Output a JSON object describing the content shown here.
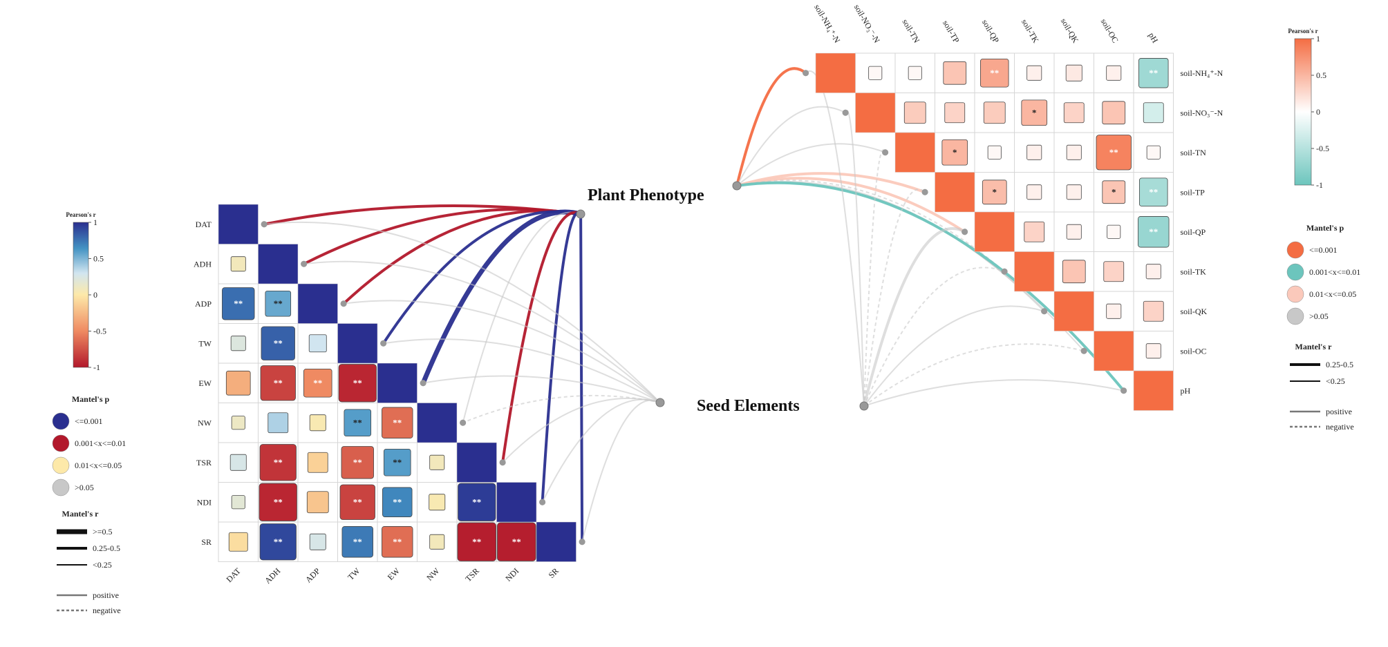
{
  "titles": {
    "plant_phenotype": "Plant Phenotype",
    "seed_elements": "Seed Elements"
  },
  "chart_data": [
    {
      "type": "heatmap",
      "name": "phenotype-correlation",
      "variables": [
        "DAT",
        "ADH",
        "ADP",
        "TW",
        "EW",
        "NW",
        "TSR",
        "NDI",
        "SR"
      ],
      "cells": [
        {
          "row": "ADH",
          "col": "DAT",
          "r": -0.1,
          "sig": ""
        },
        {
          "row": "ADP",
          "col": "DAT",
          "r": 0.75,
          "sig": "**"
        },
        {
          "row": "ADP",
          "col": "ADH",
          "r": 0.5,
          "sig": "**"
        },
        {
          "row": "TW",
          "col": "DAT",
          "r": 0.1,
          "sig": ""
        },
        {
          "row": "TW",
          "col": "ADH",
          "r": 0.8,
          "sig": "**"
        },
        {
          "row": "TW",
          "col": "ADP",
          "r": 0.2,
          "sig": ""
        },
        {
          "row": "EW",
          "col": "DAT",
          "r": -0.45,
          "sig": ""
        },
        {
          "row": "EW",
          "col": "ADH",
          "r": -0.85,
          "sig": "**"
        },
        {
          "row": "EW",
          "col": "ADP",
          "r": -0.6,
          "sig": "**"
        },
        {
          "row": "EW",
          "col": "TW",
          "r": -0.95,
          "sig": "**"
        },
        {
          "row": "NW",
          "col": "DAT",
          "r": -0.05,
          "sig": ""
        },
        {
          "row": "NW",
          "col": "ADH",
          "r": 0.3,
          "sig": ""
        },
        {
          "row": "NW",
          "col": "ADP",
          "r": -0.15,
          "sig": ""
        },
        {
          "row": "NW",
          "col": "TW",
          "r": 0.55,
          "sig": "**"
        },
        {
          "row": "NW",
          "col": "EW",
          "r": -0.7,
          "sig": "**"
        },
        {
          "row": "TSR",
          "col": "DAT",
          "r": 0.15,
          "sig": ""
        },
        {
          "row": "TSR",
          "col": "ADH",
          "r": -0.9,
          "sig": "**"
        },
        {
          "row": "TSR",
          "col": "ADP",
          "r": -0.3,
          "sig": ""
        },
        {
          "row": "TSR",
          "col": "TW",
          "r": -0.75,
          "sig": "**"
        },
        {
          "row": "TSR",
          "col": "EW",
          "r": 0.55,
          "sig": "**"
        },
        {
          "row": "TSR",
          "col": "NW",
          "r": -0.1,
          "sig": ""
        },
        {
          "row": "NDI",
          "col": "DAT",
          "r": 0.05,
          "sig": ""
        },
        {
          "row": "NDI",
          "col": "ADH",
          "r": -0.95,
          "sig": "**"
        },
        {
          "row": "NDI",
          "col": "ADP",
          "r": -0.35,
          "sig": ""
        },
        {
          "row": "NDI",
          "col": "TW",
          "r": -0.85,
          "sig": "**"
        },
        {
          "row": "NDI",
          "col": "EW",
          "r": 0.65,
          "sig": "**"
        },
        {
          "row": "NDI",
          "col": "NW",
          "r": -0.15,
          "sig": ""
        },
        {
          "row": "NDI",
          "col": "TSR",
          "r": 0.95,
          "sig": "**"
        },
        {
          "row": "SR",
          "col": "DAT",
          "r": -0.25,
          "sig": ""
        },
        {
          "row": "SR",
          "col": "ADH",
          "r": 0.9,
          "sig": "**"
        },
        {
          "row": "SR",
          "col": "ADP",
          "r": 0.15,
          "sig": ""
        },
        {
          "row": "SR",
          "col": "TW",
          "r": 0.7,
          "sig": "**"
        },
        {
          "row": "SR",
          "col": "EW",
          "r": -0.7,
          "sig": "**"
        },
        {
          "row": "SR",
          "col": "NW",
          "r": -0.1,
          "sig": ""
        },
        {
          "row": "SR",
          "col": "TSR",
          "r": -0.98,
          "sig": "**"
        },
        {
          "row": "SR",
          "col": "NDI",
          "r": -0.98,
          "sig": "**"
        }
      ],
      "diagonal_r": 1,
      "colorbar": {
        "title": "Pearson's r",
        "range": [
          -1,
          1
        ],
        "ticks": [
          "1",
          "0.5",
          "0",
          "-0.5",
          "-1"
        ],
        "colors": [
          "#b2182b",
          "#ef8a62",
          "#fde9a9",
          "#d1e5f0",
          "#4393c3",
          "#2a2f8f"
        ]
      },
      "mantel_links": [
        {
          "from": "Plant Phenotype",
          "to": "DAT",
          "p": "0.001<x<=0.01",
          "r": "0.25-0.5",
          "sign": "positive"
        },
        {
          "from": "Plant Phenotype",
          "to": "ADH",
          "p": "0.001<x<=0.01",
          "r": "0.25-0.5",
          "sign": "positive"
        },
        {
          "from": "Plant Phenotype",
          "to": "ADP",
          "p": "0.001<x<=0.01",
          "r": "0.25-0.5",
          "sign": "positive"
        },
        {
          "from": "Plant Phenotype",
          "to": "TW",
          "p": "<=0.001",
          "r": "0.25-0.5",
          "sign": "positive"
        },
        {
          "from": "Plant Phenotype",
          "to": "EW",
          "p": "<=0.001",
          "r": ">=0.5",
          "sign": "positive"
        },
        {
          "from": "Plant Phenotype",
          "to": "NW",
          "p": ">0.05",
          "r": "<0.25",
          "sign": "positive"
        },
        {
          "from": "Plant Phenotype",
          "to": "TSR",
          "p": "0.001<x<=0.01",
          "r": "0.25-0.5",
          "sign": "positive"
        },
        {
          "from": "Plant Phenotype",
          "to": "NDI",
          "p": "<=0.001",
          "r": "0.25-0.5",
          "sign": "positive"
        },
        {
          "from": "Plant Phenotype",
          "to": "SR",
          "p": "<=0.001",
          "r": "0.25-0.5",
          "sign": "positive"
        },
        {
          "from": "Seed Elements",
          "to": "DAT",
          "p": ">0.05",
          "r": "<0.25",
          "sign": "positive"
        },
        {
          "from": "Seed Elements",
          "to": "ADH",
          "p": ">0.05",
          "r": "<0.25",
          "sign": "positive"
        },
        {
          "from": "Seed Elements",
          "to": "ADP",
          "p": ">0.05",
          "r": "<0.25",
          "sign": "positive"
        },
        {
          "from": "Seed Elements",
          "to": "TW",
          "p": ">0.05",
          "r": "<0.25",
          "sign": "positive"
        },
        {
          "from": "Seed Elements",
          "to": "EW",
          "p": ">0.05",
          "r": "<0.25",
          "sign": "positive"
        },
        {
          "from": "Seed Elements",
          "to": "NW",
          "p": ">0.05",
          "r": "<0.25",
          "sign": "negative"
        },
        {
          "from": "Seed Elements",
          "to": "TSR",
          "p": ">0.05",
          "r": "<0.25",
          "sign": "positive"
        },
        {
          "from": "Seed Elements",
          "to": "NDI",
          "p": ">0.05",
          "r": "<0.25",
          "sign": "positive"
        },
        {
          "from": "Seed Elements",
          "to": "SR",
          "p": ">0.05",
          "r": "<0.25",
          "sign": "positive"
        }
      ],
      "legend": {
        "p_title": "Mantel's p",
        "p_items": [
          {
            "label": "<=0.001",
            "color": "#2a2f8f"
          },
          {
            "label": "0.001<x<=0.01",
            "color": "#b2182b"
          },
          {
            "label": "0.01<x<=0.05",
            "color": "#fde9a9"
          },
          {
            "label": ">0.05",
            "color": "#c8c8c8"
          }
        ],
        "r_title": "Mantel's r",
        "r_items": [
          ">=0.5",
          "0.25-0.5",
          "<0.25"
        ],
        "sign_items": [
          "positive",
          "negative"
        ]
      }
    },
    {
      "type": "heatmap",
      "name": "soil-correlation",
      "variables": [
        "soil-NH4+-N",
        "soil-NO3--N",
        "soil-TN",
        "soil-TP",
        "soil-QP",
        "soil-TK",
        "soil-QK",
        "soil-OC",
        "pH"
      ],
      "top_labels": [
        "soil-NH₄⁺-N",
        "soil-NO₃⁻-N",
        "soil-TN",
        "soil-TP",
        "soil-QP",
        "soil-TK",
        "soil-QK",
        "soil-OC",
        "pH"
      ],
      "right_labels": [
        "soil-NH₄⁺-N",
        "soil-NO₃⁻-N",
        "soil-TN",
        "soil-TP",
        "soil-QP",
        "soil-TK",
        "soil-QK",
        "soil-OC",
        "pH"
      ],
      "cells": [
        {
          "row": "soil-NH4+-N",
          "col": "soil-NO3--N",
          "r": 0.05,
          "sig": ""
        },
        {
          "row": "soil-NH4+-N",
          "col": "soil-TN",
          "r": 0.05,
          "sig": ""
        },
        {
          "row": "soil-NH4+-N",
          "col": "soil-TP",
          "r": 0.4,
          "sig": ""
        },
        {
          "row": "soil-NH4+-N",
          "col": "soil-QP",
          "r": 0.6,
          "sig": "**"
        },
        {
          "row": "soil-NH4+-N",
          "col": "soil-TK",
          "r": 0.1,
          "sig": ""
        },
        {
          "row": "soil-NH4+-N",
          "col": "soil-QK",
          "r": 0.15,
          "sig": ""
        },
        {
          "row": "soil-NH4+-N",
          "col": "soil-OC",
          "r": 0.1,
          "sig": ""
        },
        {
          "row": "soil-NH4+-N",
          "col": "pH",
          "r": -0.65,
          "sig": "**"
        },
        {
          "row": "soil-NO3--N",
          "col": "soil-TN",
          "r": 0.35,
          "sig": ""
        },
        {
          "row": "soil-NO3--N",
          "col": "soil-TP",
          "r": 0.3,
          "sig": ""
        },
        {
          "row": "soil-NO3--N",
          "col": "soil-QP",
          "r": 0.35,
          "sig": ""
        },
        {
          "row": "soil-NO3--N",
          "col": "soil-TK",
          "r": 0.5,
          "sig": "*"
        },
        {
          "row": "soil-NO3--N",
          "col": "soil-QK",
          "r": 0.3,
          "sig": ""
        },
        {
          "row": "soil-NO3--N",
          "col": "soil-OC",
          "r": 0.4,
          "sig": ""
        },
        {
          "row": "soil-NO3--N",
          "col": "pH",
          "r": -0.3,
          "sig": ""
        },
        {
          "row": "soil-TN",
          "col": "soil-TP",
          "r": 0.5,
          "sig": "*"
        },
        {
          "row": "soil-TN",
          "col": "soil-QP",
          "r": 0.05,
          "sig": ""
        },
        {
          "row": "soil-TN",
          "col": "soil-TK",
          "r": 0.1,
          "sig": ""
        },
        {
          "row": "soil-TN",
          "col": "soil-QK",
          "r": 0.1,
          "sig": ""
        },
        {
          "row": "soil-TN",
          "col": "soil-OC",
          "r": 0.85,
          "sig": "**"
        },
        {
          "row": "soil-TN",
          "col": "pH",
          "r": 0.05,
          "sig": ""
        },
        {
          "row": "soil-TP",
          "col": "soil-QP",
          "r": 0.45,
          "sig": "*"
        },
        {
          "row": "soil-TP",
          "col": "soil-TK",
          "r": 0.1,
          "sig": ""
        },
        {
          "row": "soil-TP",
          "col": "soil-QK",
          "r": 0.1,
          "sig": ""
        },
        {
          "row": "soil-TP",
          "col": "soil-OC",
          "r": 0.4,
          "sig": "*"
        },
        {
          "row": "soil-TP",
          "col": "pH",
          "r": -0.6,
          "sig": "**"
        },
        {
          "row": "soil-QP",
          "col": "soil-TK",
          "r": 0.3,
          "sig": ""
        },
        {
          "row": "soil-QP",
          "col": "soil-QK",
          "r": 0.1,
          "sig": ""
        },
        {
          "row": "soil-QP",
          "col": "soil-OC",
          "r": 0.05,
          "sig": ""
        },
        {
          "row": "soil-QP",
          "col": "pH",
          "r": -0.7,
          "sig": "**"
        },
        {
          "row": "soil-TK",
          "col": "soil-QK",
          "r": 0.4,
          "sig": ""
        },
        {
          "row": "soil-TK",
          "col": "soil-OC",
          "r": 0.3,
          "sig": ""
        },
        {
          "row": "soil-TK",
          "col": "pH",
          "r": 0.1,
          "sig": ""
        },
        {
          "row": "soil-QK",
          "col": "soil-OC",
          "r": 0.1,
          "sig": ""
        },
        {
          "row": "soil-QK",
          "col": "pH",
          "r": 0.3,
          "sig": ""
        },
        {
          "row": "soil-OC",
          "col": "pH",
          "r": 0.1,
          "sig": ""
        }
      ],
      "diagonal_r": 1,
      "colorbar": {
        "title": "Pearson's r",
        "range": [
          -1,
          1
        ],
        "ticks": [
          "1",
          "0.5",
          "0",
          "-0.5",
          "-1"
        ],
        "colors": [
          "#6cc5bd",
          "#ffffff",
          "#f46d43"
        ]
      },
      "mantel_links": [
        {
          "from": "Plant Phenotype",
          "to": "soil-NH4+-N",
          "p": "<=0.001",
          "r": "0.25-0.5",
          "sign": "positive"
        },
        {
          "from": "Plant Phenotype",
          "to": "soil-NO3--N",
          "p": ">0.05",
          "r": "<0.25",
          "sign": "positive"
        },
        {
          "from": "Plant Phenotype",
          "to": "soil-TN",
          "p": ">0.05",
          "r": "<0.25",
          "sign": "positive"
        },
        {
          "from": "Plant Phenotype",
          "to": "soil-TP",
          "p": "0.01<x<=0.05",
          "r": "0.25-0.5",
          "sign": "positive"
        },
        {
          "from": "Plant Phenotype",
          "to": "soil-QP",
          "p": "0.01<x<=0.05",
          "r": "0.25-0.5",
          "sign": "positive"
        },
        {
          "from": "Plant Phenotype",
          "to": "soil-TK",
          "p": ">0.05",
          "r": "<0.25",
          "sign": "negative"
        },
        {
          "from": "Plant Phenotype",
          "to": "soil-QK",
          "p": ">0.05",
          "r": "<0.25",
          "sign": "positive"
        },
        {
          "from": "Plant Phenotype",
          "to": "soil-OC",
          "p": ">0.05",
          "r": "<0.25",
          "sign": "positive"
        },
        {
          "from": "Plant Phenotype",
          "to": "pH",
          "p": "0.001<x<=0.01",
          "r": "0.25-0.5",
          "sign": "positive"
        },
        {
          "from": "Seed Elements",
          "to": "soil-NH4+-N",
          "p": ">0.05",
          "r": "<0.25",
          "sign": "positive"
        },
        {
          "from": "Seed Elements",
          "to": "soil-NO3--N",
          "p": ">0.05",
          "r": "<0.25",
          "sign": "positive"
        },
        {
          "from": "Seed Elements",
          "to": "soil-TN",
          "p": ">0.05",
          "r": "<0.25",
          "sign": "negative"
        },
        {
          "from": "Seed Elements",
          "to": "soil-TP",
          "p": ">0.05",
          "r": "<0.25",
          "sign": "negative"
        },
        {
          "from": "Seed Elements",
          "to": "soil-QP",
          "p": ">0.05",
          "r": "0.25-0.5",
          "sign": "positive"
        },
        {
          "from": "Seed Elements",
          "to": "soil-TK",
          "p": ">0.05",
          "r": "<0.25",
          "sign": "negative"
        },
        {
          "from": "Seed Elements",
          "to": "soil-QK",
          "p": ">0.05",
          "r": "<0.25",
          "sign": "positive"
        },
        {
          "from": "Seed Elements",
          "to": "soil-OC",
          "p": ">0.05",
          "r": "<0.25",
          "sign": "negative"
        },
        {
          "from": "Seed Elements",
          "to": "pH",
          "p": ">0.05",
          "r": "<0.25",
          "sign": "positive"
        }
      ],
      "legend": {
        "p_title": "Mantel's p",
        "p_items": [
          {
            "label": "<=0.001",
            "color": "#f46d43"
          },
          {
            "label": "0.001<x<=0.01",
            "color": "#6cc5bd"
          },
          {
            "label": "0.01<x<=0.05",
            "color": "#fbc9bb"
          },
          {
            "label": ">0.05",
            "color": "#c8c8c8"
          }
        ],
        "r_title": "Mantel's r",
        "r_items": [
          "0.25-0.5",
          "<0.25"
        ],
        "sign_items": [
          "positive",
          "negative"
        ]
      }
    }
  ]
}
